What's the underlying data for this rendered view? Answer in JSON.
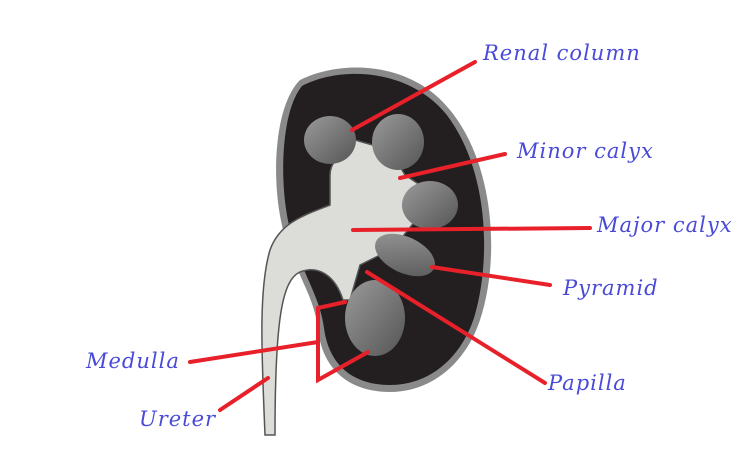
{
  "colors": {
    "label": "#4a4ad8",
    "leader": "#e8202a",
    "cortex": "#231f20",
    "pelvis": "#dcdcd8"
  },
  "labels": {
    "renal_column": "Renal column",
    "minor_calyx": "Minor calyx",
    "major_calyx": "Major calyx",
    "pyramid": "Pyramid",
    "papilla": "Papilla",
    "medulla": "Medulla",
    "ureter": "Ureter"
  }
}
